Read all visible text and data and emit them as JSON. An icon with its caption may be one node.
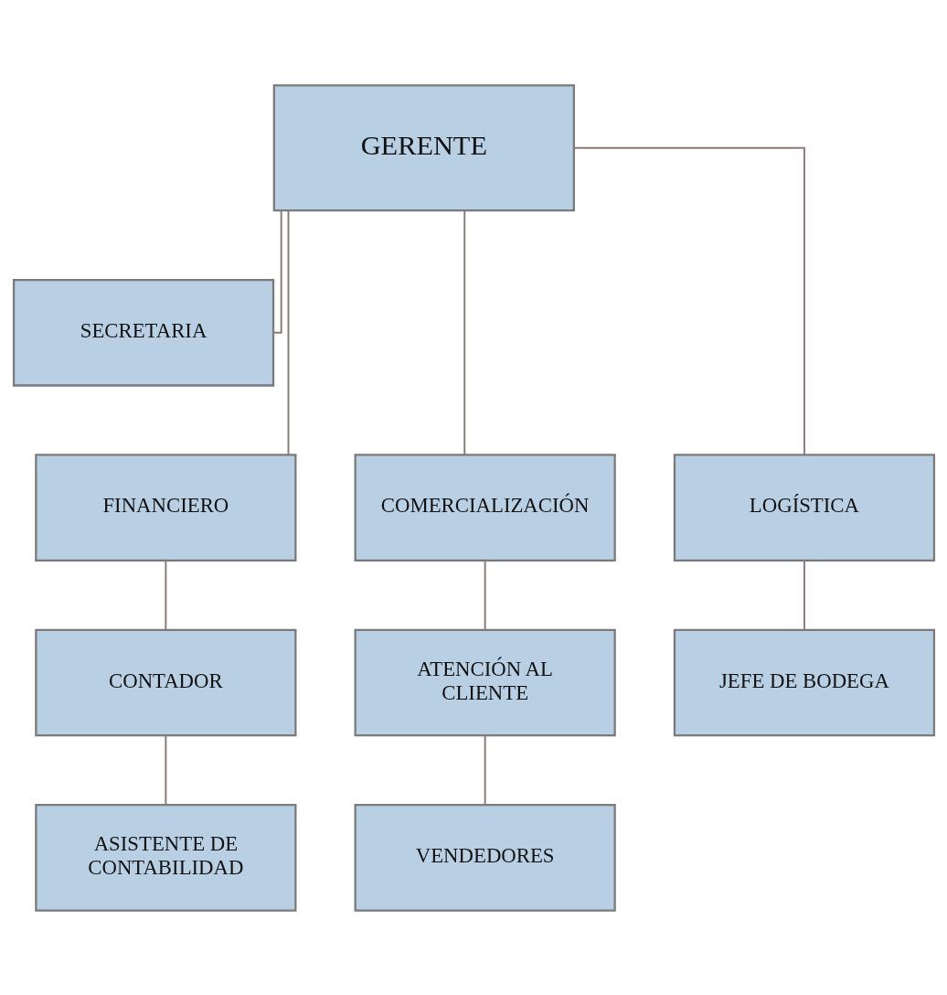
{
  "diagram": {
    "nodes": [
      {
        "text": [
          "GERENTE"
        ]
      },
      {
        "text": [
          "SECRETARIA"
        ]
      },
      {
        "text": [
          "FINANCIERO"
        ]
      },
      {
        "text": [
          "COMERCIALIZACIÓN"
        ]
      },
      {
        "text": [
          "LOGÍSTICA"
        ]
      },
      {
        "text": [
          "CONTADOR"
        ]
      },
      {
        "text": [
          "ATENCIÓN AL CLIENTE"
        ]
      },
      {
        "text": [
          "JEFE DE BODEGA"
        ]
      },
      {
        "text": [
          "ASISTENTE DE CONTABILIDAD"
        ]
      },
      {
        "text": [
          "VENDEDORES"
        ]
      }
    ],
    "edges": [
      {
        "from": 0,
        "to": 1,
        "arrow": "none"
      },
      {
        "from": 0,
        "to": 2,
        "arrow": "none"
      },
      {
        "from": 0,
        "to": 3,
        "arrow": "none"
      },
      {
        "from": 0,
        "to": 4,
        "arrow": "none"
      },
      {
        "from": 2,
        "to": 5,
        "arrow": "none"
      },
      {
        "from": 3,
        "to": 6,
        "arrow": "none"
      },
      {
        "from": 4,
        "to": 7,
        "arrow": "none"
      },
      {
        "from": 5,
        "to": 8,
        "arrow": "none"
      },
      {
        "from": 6,
        "to": 9,
        "arrow": "none"
      }
    ]
  }
}
